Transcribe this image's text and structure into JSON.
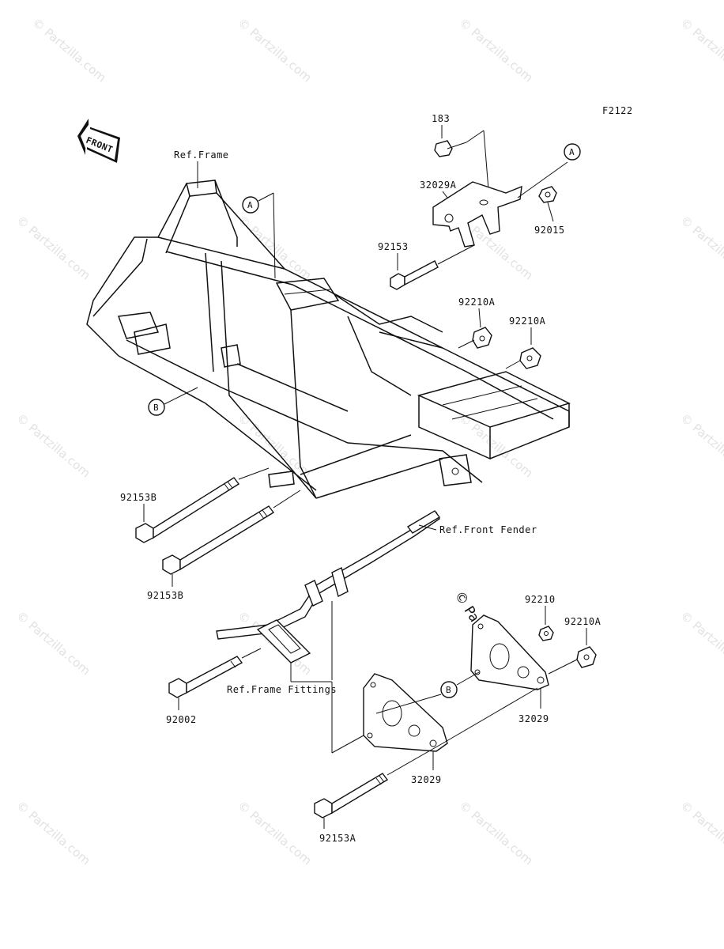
{
  "diagram": {
    "code": "F2122",
    "front_label": "FRONT",
    "refs": {
      "frame": "Ref.Frame",
      "front_fender": "Ref.Front Fender",
      "frame_fittings": "Ref.Frame Fittings"
    },
    "markers": {
      "a": "A",
      "b": "B"
    },
    "parts": {
      "p183": "183",
      "p32029a": "32029A",
      "p92015": "92015",
      "p92153": "92153",
      "p92210a_1": "92210A",
      "p92210a_2": "92210A",
      "p92153b_1": "92153B",
      "p92153b_2": "92153B",
      "p92210": "92210",
      "p92210a_3": "92210A",
      "p92002": "92002",
      "p32029_1": "32029",
      "p32029_2": "32029",
      "p92153a": "92153A"
    },
    "watermark": "© Partzilla.com"
  }
}
